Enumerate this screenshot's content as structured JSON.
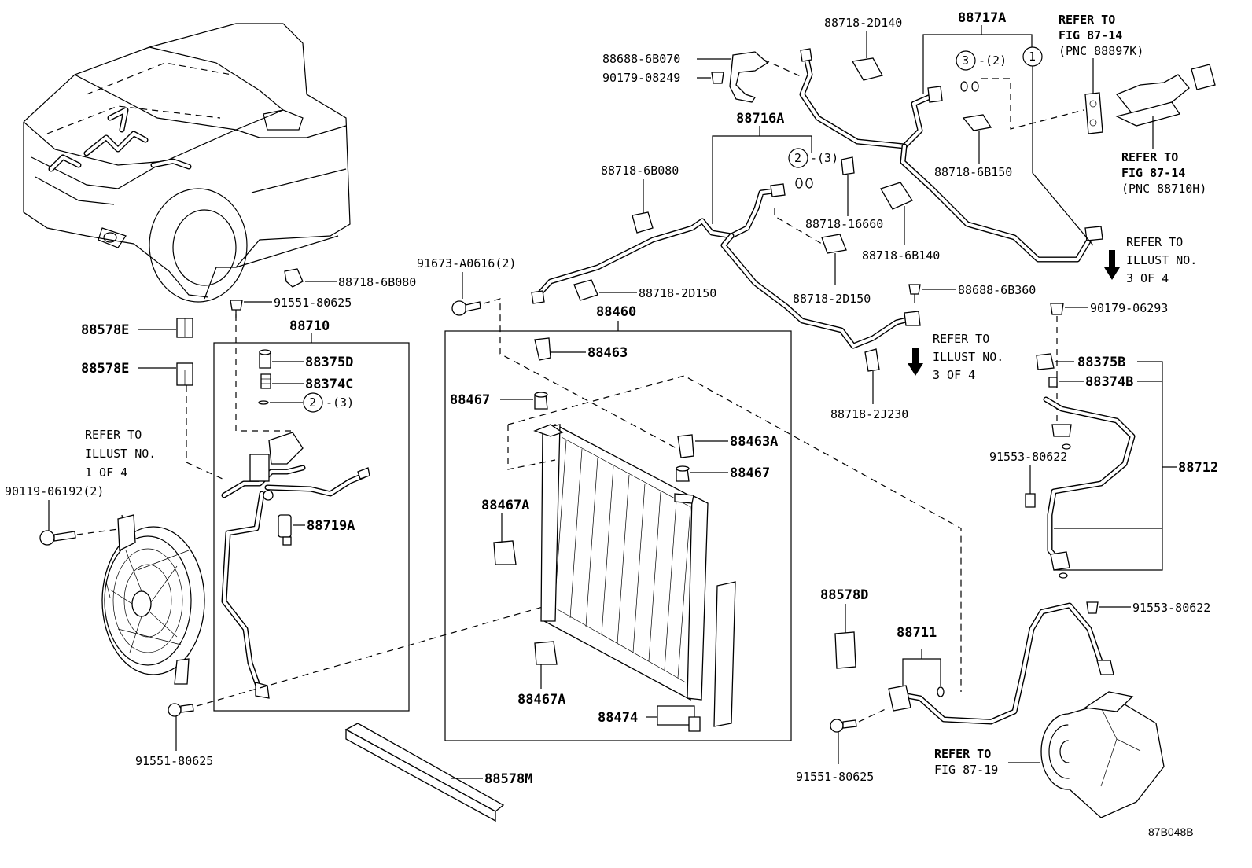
{
  "diagram_id": "87B048B",
  "group_labels": {
    "88710": "88710",
    "88460": "88460",
    "88716A": "88716A",
    "88717A": "88717A",
    "88712": "88712",
    "88711": "88711"
  },
  "part_labels": {
    "p_88688_6B070": "88688-6B070",
    "p_90179_08249": "90179-08249",
    "p_88718_2D140": "88718-2D140",
    "p_88718_6B150": "88718-6B150",
    "p_88718_6B080_top": "88718-6B080",
    "p_88718_16660": "88718-16660",
    "p_88718_6B140": "88718-6B140",
    "p_88718_2D150_a": "88718-2D150",
    "p_88718_2D150_b": "88718-2D150",
    "p_88688_6B360": "88688-6B360",
    "p_90179_06293": "90179-06293",
    "p_88718_2J230": "88718-2J230",
    "p_91673_A0616": "91673-A0616(2)",
    "p_88718_6B080_left": "88718-6B080",
    "p_91551_80625_top": "91551-80625",
    "p_88578E_1": "88578E",
    "p_88578E_2": "88578E",
    "p_88375D": "88375D",
    "p_88374C": "88374C",
    "p_88719A": "88719A",
    "p_90119_06192": "90119-06192(2)",
    "p_91551_80625_bl": "91551-80625",
    "p_88463": "88463",
    "p_88467_a": "88467",
    "p_88463A": "88463A",
    "p_88467_b": "88467",
    "p_88467A_a": "88467A",
    "p_88467A_b": "88467A",
    "p_88474": "88474",
    "p_88578M": "88578M",
    "p_88578D": "88578D",
    "p_91551_80625_br": "91551-80625",
    "p_88375B": "88375B",
    "p_88374B": "88374B",
    "p_91553_80622_a": "91553-80622",
    "p_91553_80622_b": "91553-80622"
  },
  "callouts": {
    "c1": "1",
    "c2_a": "2",
    "c2_a_qty": "-(3)",
    "c2_b": "2",
    "c2_b_qty": "-(3)",
    "c3": "3",
    "c3_qty": "-(2)"
  },
  "refer_notes": {
    "fig_87_14_a": [
      "REFER TO",
      "FIG 87-14",
      "(PNC 88897K)"
    ],
    "fig_87_14_b": [
      "REFER TO",
      "FIG 87-14",
      "(PNC 88710H)"
    ],
    "illust_3of4_a": [
      "REFER TO",
      "ILLUST NO.",
      "3 OF 4"
    ],
    "illust_3of4_b": [
      "REFER TO",
      "ILLUST NO.",
      "3 OF 4"
    ],
    "illust_1of4": [
      "REFER TO",
      "ILLUST NO.",
      "1 OF 4"
    ],
    "fig_87_19": [
      "REFER TO",
      "FIG 87-19"
    ]
  }
}
